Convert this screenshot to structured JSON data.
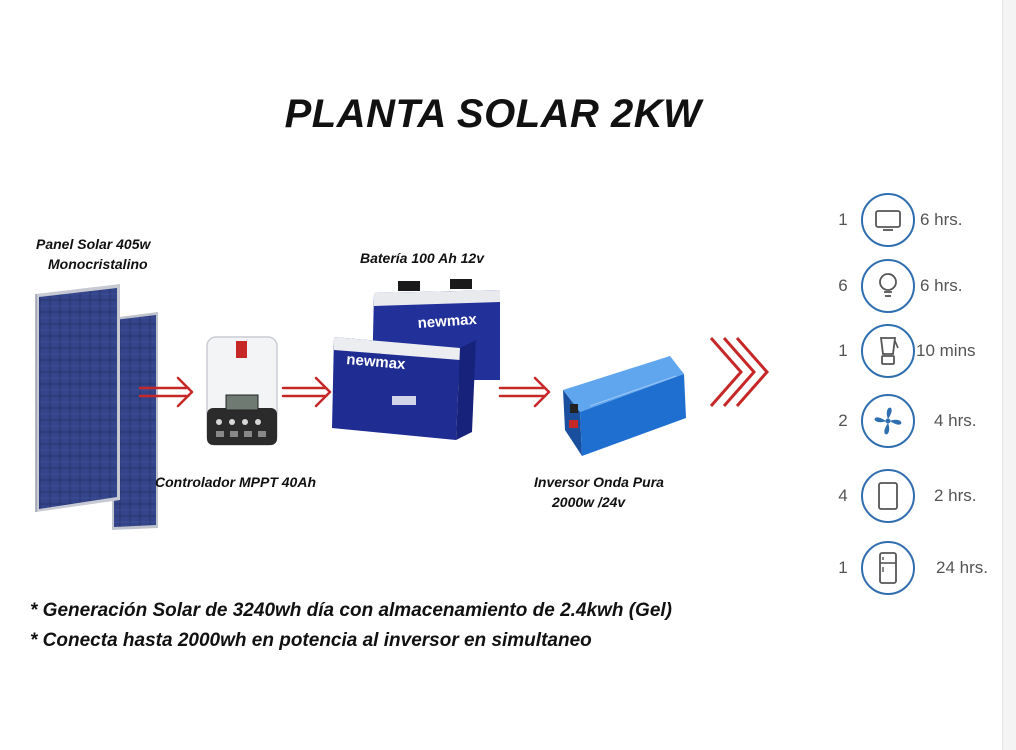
{
  "title": "PLANTA SOLAR  2KW",
  "components": {
    "panel": {
      "label_line1": "Panel Solar 405w",
      "label_line2": "Monocristalino"
    },
    "controller": {
      "label": "Controlador MPPT 40Ah"
    },
    "battery": {
      "label": "Batería  100 Ah  12v",
      "brand": "newmax"
    },
    "inverter": {
      "label_line1": "Inversor Onda Pura",
      "label_line2": "2000w /24v"
    }
  },
  "consumption": [
    {
      "quantity": "1",
      "icon": "tv-icon",
      "duration": "6 hrs."
    },
    {
      "quantity": "6",
      "icon": "lightbulb-icon",
      "duration": "6 hrs."
    },
    {
      "quantity": "1",
      "icon": "blender-icon",
      "duration": "10 mins"
    },
    {
      "quantity": "2",
      "icon": "fan-icon",
      "duration": "4 hrs."
    },
    {
      "quantity": "4",
      "icon": "tablet-icon",
      "duration": "2 hrs."
    },
    {
      "quantity": "1",
      "icon": "fridge-icon",
      "duration": "24 hrs."
    }
  ],
  "notes": [
    "* Generación Solar de 3240wh día con almacenamiento de 2.4kwh (Gel)",
    "* Conecta hasta 2000wh en potencia al inversor en simultaneo"
  ],
  "colors": {
    "arrow": "#c62828",
    "icon_ring": "#2f6fb0",
    "panel": "#2c3a7a",
    "battery": "#23308f",
    "inverter": "#1f6fd0"
  }
}
